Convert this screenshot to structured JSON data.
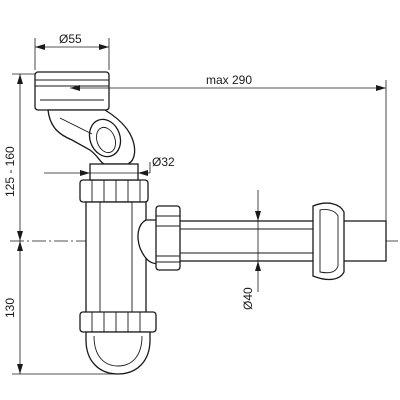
{
  "dimensions": {
    "inlet_diameter": "Ø55",
    "reach": "max 290",
    "height_adjust": "125 - 160",
    "small_diameter": "Ø32",
    "outlet_diameter": "Ø40",
    "trap_height": "130"
  }
}
